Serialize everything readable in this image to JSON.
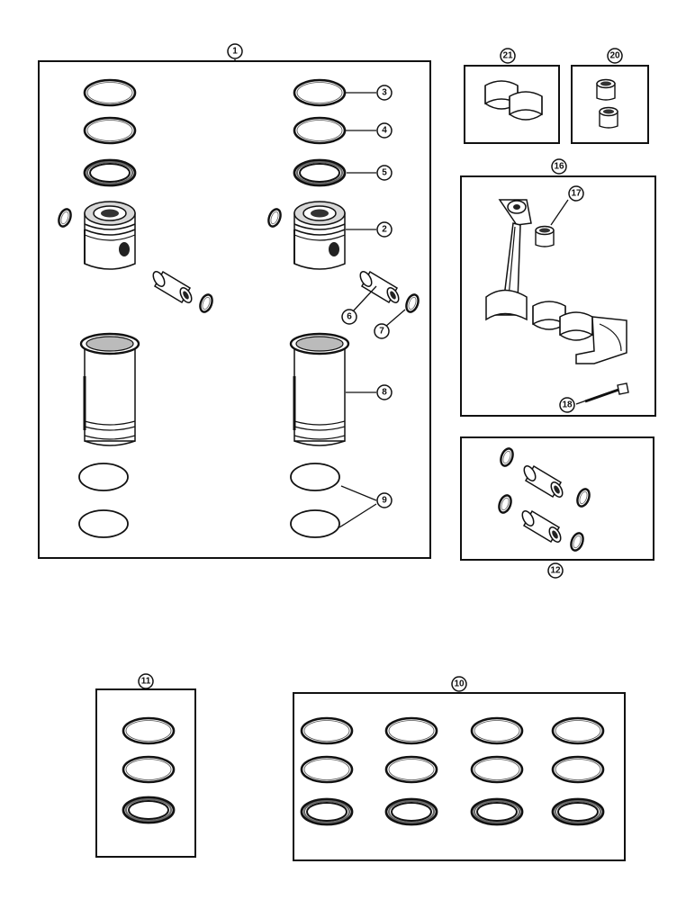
{
  "callouts": {
    "c1": "1",
    "c2": "2",
    "c3": "3",
    "c4": "4",
    "c5": "5",
    "c6": "6",
    "c7": "7",
    "c8": "8",
    "c9": "9",
    "c10": "10",
    "c11": "11",
    "c12": "12",
    "c16": "16",
    "c17": "17",
    "c18": "18",
    "c20": "20",
    "c21": "21"
  },
  "colors": {
    "ink": "#111111",
    "paper": "#ffffff",
    "shade": "#9a9a9a"
  }
}
